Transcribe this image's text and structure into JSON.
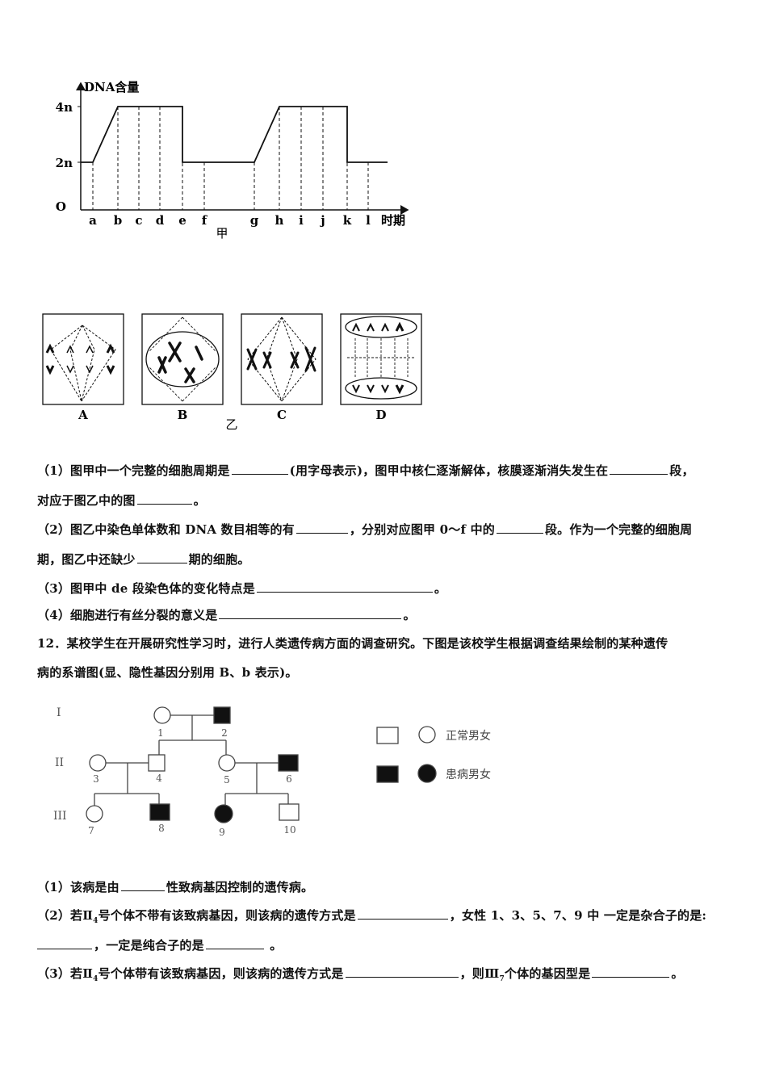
{
  "graph_jia": {
    "ylabel": "DNA含量",
    "xlabel": "时期",
    "caption": "甲",
    "y_ticks": [
      "4n",
      "2n",
      "O"
    ],
    "x_ticks": [
      "a",
      "b",
      "c",
      "d",
      "e",
      "f",
      "g",
      "h",
      "i",
      "j",
      "k",
      "l"
    ]
  },
  "figure_yi": {
    "caption": "乙",
    "cell_labels": [
      "A",
      "B",
      "C",
      "D"
    ]
  },
  "q11": {
    "p1_pre": "（1）图甲中一个完整的细胞周期是",
    "p1_mid": "(用字母表示)，图甲中核仁逐渐解体，核膜逐渐消失发生在",
    "p1_end": "段，",
    "p1_line2_pre": "对应于图乙中的图",
    "p1_line2_end": "。",
    "p2_pre": "（2）图乙中染色单体数和 DNA 数目相等的有",
    "p2_mid": "，分别对应图甲 0～f 中的",
    "p2_end": "段。作为一个完整的细胞周",
    "p2_line2_pre": "期，图乙中还缺少",
    "p2_line2_end": "期的细胞。",
    "p3_pre": "（3）图甲中 de 段染色体的变化特点是",
    "p3_end": "。",
    "p4_pre": "（4）细胞进行有丝分裂的意义是",
    "p4_end": "。"
  },
  "q12": {
    "line1": "12．某校学生在开展研究性学习时，进行人类遗传病方面的调查研究。下图是该校学生根据调查结果绘制的某种遗传",
    "line2": "病的系谱图(显、隐性基因分别用 B、b 表示)。",
    "pedigree": {
      "generations": [
        "I",
        "II",
        "III"
      ],
      "individual_numbers": [
        "1",
        "2",
        "3",
        "4",
        "5",
        "6",
        "7",
        "8",
        "9",
        "10"
      ],
      "legend": [
        "正常男女",
        "患病男女"
      ]
    },
    "p1_pre": "（1）该病是由",
    "p1_end": "性致病基因控制的遗传病。",
    "p2_pre": "（2）若Ⅱ",
    "p2_sub": "4",
    "p2_mid": "号个体不带有该致病基因，则该病的遗传方式是",
    "p2_mid2": "，女性 1、3、5、7、9 中 一定是杂合子的是:",
    "p2_line2_mid": "，一定是纯合子的是",
    "p2_line2_end": " 。",
    "p3_pre": "（3）若Ⅱ",
    "p3_sub": "4",
    "p3_mid": "号个体带有该致病基因，则该病的遗传方式是",
    "p3_mid2": "，则Ⅲ",
    "p3_sub2": "7",
    "p3_mid3": "个体的基因型是",
    "p3_end": "。"
  }
}
